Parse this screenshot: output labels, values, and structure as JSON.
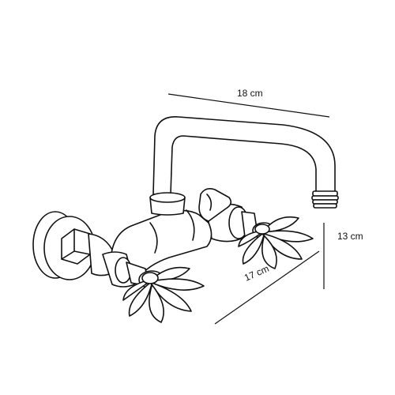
{
  "dimensions": {
    "width": "18 cm",
    "height": "13 cm",
    "depth": "17 cm"
  }
}
